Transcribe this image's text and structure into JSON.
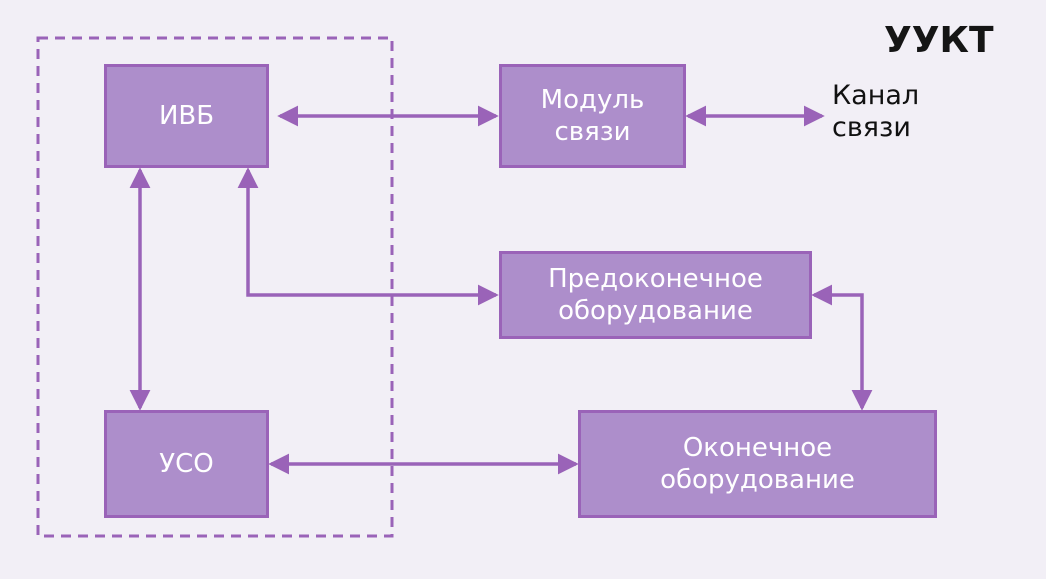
{
  "diagram": {
    "title": "УУКТ",
    "nodes": {
      "ivb": "ИВБ",
      "uso": "УСО",
      "comm_module": "Модуль\nсвязи",
      "pre_terminal": "Предоконечное\nоборудование",
      "terminal": "Оконечное\nоборудование"
    },
    "external": {
      "channel": "Канал\nсвязи"
    }
  },
  "colors": {
    "background": "#f2eff6",
    "box_fill": "#ad8ecb",
    "box_border": "#9a63b8",
    "arrow": "#9a63b8",
    "dashed_frame": "#9a63b8"
  }
}
